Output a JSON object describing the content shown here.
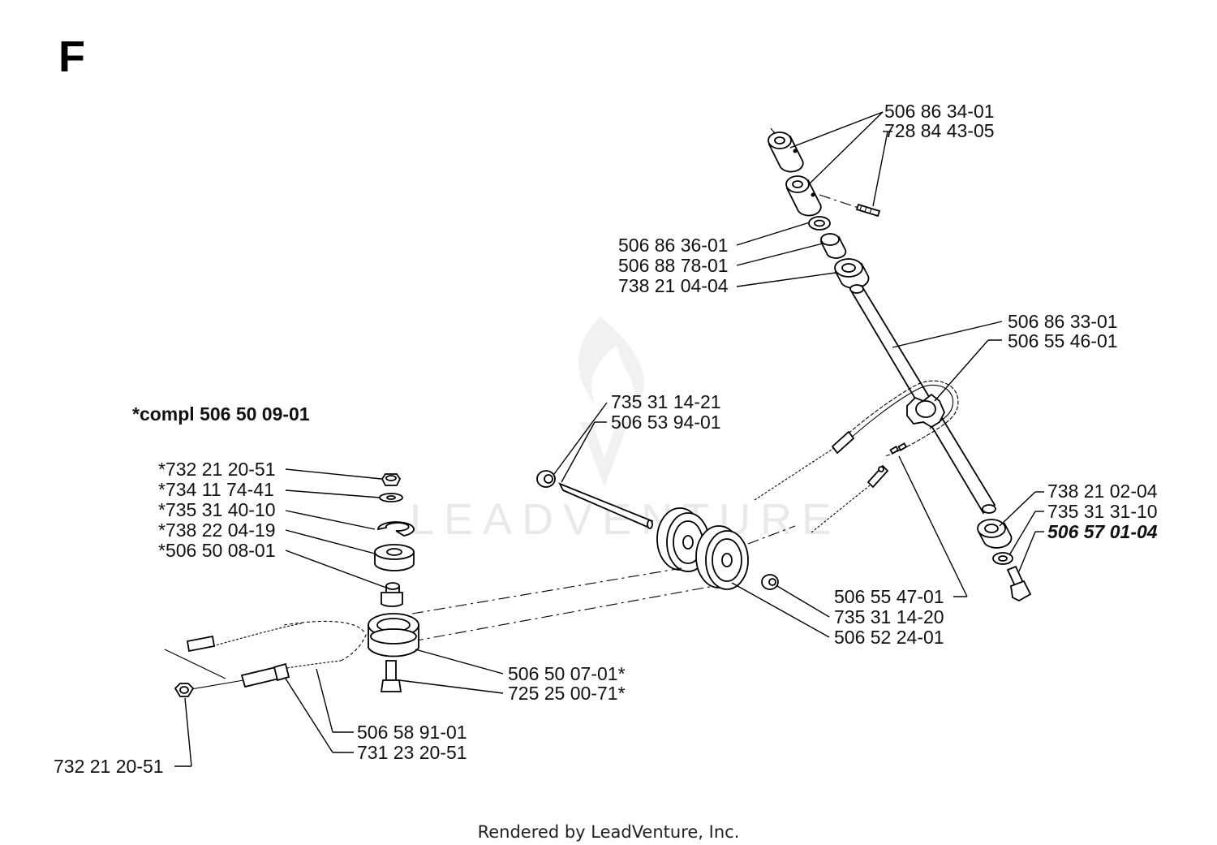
{
  "section_letter": "F",
  "assembly_note": "*compl 506 50 09-01",
  "watermark": "LEADVENTURE",
  "footer": "Rendered by LeadVenture, Inc.",
  "part_labels": [
    "506 86 34-01",
    "728 84 43-05",
    "506 86 36-01",
    "506 88 78-01",
    "738 21 04-04",
    "506 86 33-01",
    "506 55 46-01",
    "735 31 14-21",
    "506 53 94-01",
    "*732 21 20-51",
    "*734 11 74-41",
    "*735 31 40-10",
    "*738 22 04-19",
    "*506 50 08-01",
    "738 21 02-04",
    "735 31 31-10",
    "506 57 01-04",
    "506 55 47-01",
    "735 31 14-20",
    "506 52 24-01",
    "506 50 07-01*",
    "725 25 00-71*",
    "506 58 91-01",
    "731 23 20-51",
    "732 21 20-51"
  ]
}
